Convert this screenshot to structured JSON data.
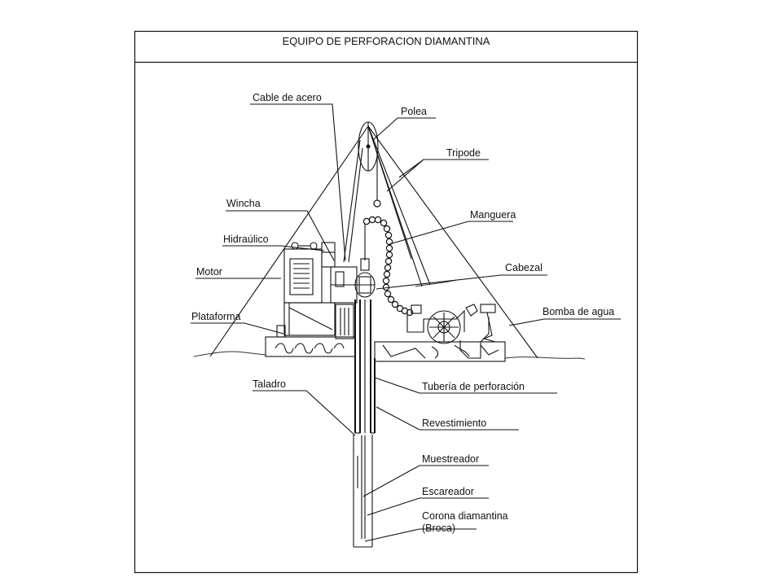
{
  "title": "EQUIPO DE PERFORACION DIAMANTINA",
  "labels": {
    "cable": "Cable de acero",
    "polea": "Polea",
    "tripode": "Tripode",
    "wincha": "Wincha",
    "hidraulico": "Hidraúlico",
    "manguera": "Manguera",
    "motor": "Motor",
    "cabezal": "Cabezal",
    "plataforma": "Plataforma",
    "bomba": "Bomba de agua",
    "taladro": "Taladro",
    "tuberia": "Tubería de perforación",
    "revestimiento": "Revestimiento",
    "muestreador": "Muestreador",
    "escareador": "Escareador",
    "corona_line1": "Corona diamantina",
    "corona_line2": "(Broca)"
  }
}
